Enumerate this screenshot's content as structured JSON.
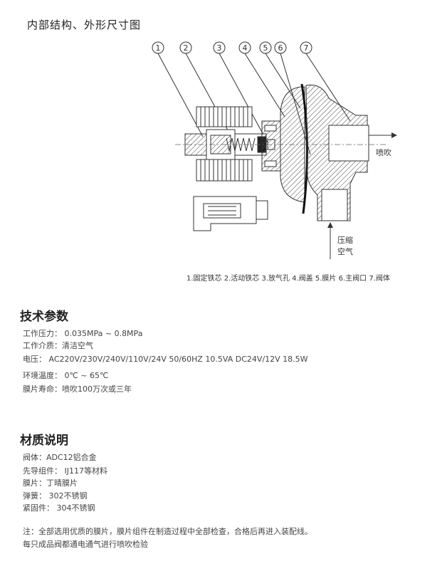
{
  "header": {
    "title": "内部结构、外形尺寸图"
  },
  "diagram": {
    "callouts": [
      "1",
      "2",
      "3",
      "4",
      "5",
      "6",
      "7"
    ],
    "flow_out_label": "喷吹",
    "flow_in_label_1": "压缩",
    "flow_in_label_2": "空气",
    "legend": "1.固定铁芯  2.活动铁芯  3.放气孔  4.阀盖  5.膜片  6.主阀口  7.阀体"
  },
  "specs": {
    "title": "技术参数",
    "lines": [
      "工作压力： 0.035MPa ~ 0.8MPa",
      "工作介质：清洁空气",
      "电压：  AC220V/230V/240V/110V/24V   50/60HZ   10.5VA  DC24V/12V   18.5W",
      "环境温度： 0℃ ~ 65℃",
      "膜片寿命：喷吹100万次或三年"
    ]
  },
  "materials": {
    "title": "材质说明",
    "lines": [
      "阀体：ADC12铝合金",
      "先导组件：  IJ117等材料",
      "膜片：丁晴膜片",
      "弹簧：  302不锈钢",
      "紧固件：  304不锈钢"
    ]
  },
  "notes": [
    "注：全部选用优质的膜片，膜片组件在制造过程中全部检查，合格后再进入装配线。",
    "每只成品阀都通电通气进行喷吹检验"
  ]
}
